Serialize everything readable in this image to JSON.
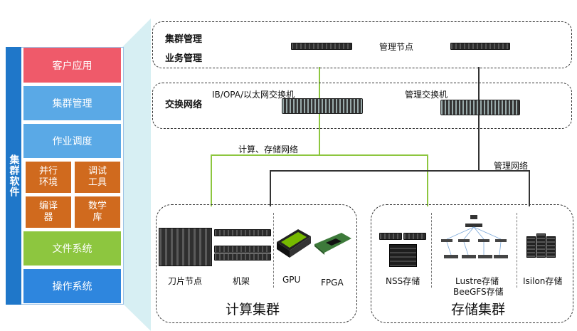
{
  "software_stack": {
    "title": "集群软件",
    "layers": {
      "app": "客户应用",
      "cluster_mgmt": "集群管理",
      "job_sched": "作业调度",
      "parallel_env": "并行\n环境",
      "debug_tools": "调试\n工具",
      "compiler": "编译\n器",
      "math_lib": "数学\n库",
      "filesystem": "文件系统",
      "os": "操作系统"
    }
  },
  "management": {
    "label_line1": "集群管理",
    "label_line2": "业务管理",
    "node_label": "管理节点"
  },
  "switching": {
    "label": "交换网络",
    "ib_switch": "IB/OPA/以太网交换机",
    "mgmt_switch": "管理交换机"
  },
  "networks": {
    "compute_storage": "计算、存储网络",
    "management": "管理网络"
  },
  "compute_cluster": {
    "title": "计算集群",
    "items": {
      "blade": "刀片节点",
      "rack": "机架",
      "gpu": "GPU",
      "fpga": "FPGA"
    }
  },
  "storage_cluster": {
    "title": "存储集群",
    "items": {
      "nss": "NSS存储",
      "lustre": "Lustre存储",
      "beegfs": "BeeGFS存储",
      "isilon": "Isilon存储"
    }
  },
  "colors": {
    "app_layer": "#ef5a6a",
    "mgmt_layer": "#5aa9e6",
    "orange_layer": "#d06a1e",
    "fs_layer": "#8dc63f",
    "os_layer": "#2e86de",
    "side_bar": "#1f77c9",
    "projection": "#d7eff3",
    "compute_link": "#8dc63f",
    "mgmt_link": "#333333"
  }
}
